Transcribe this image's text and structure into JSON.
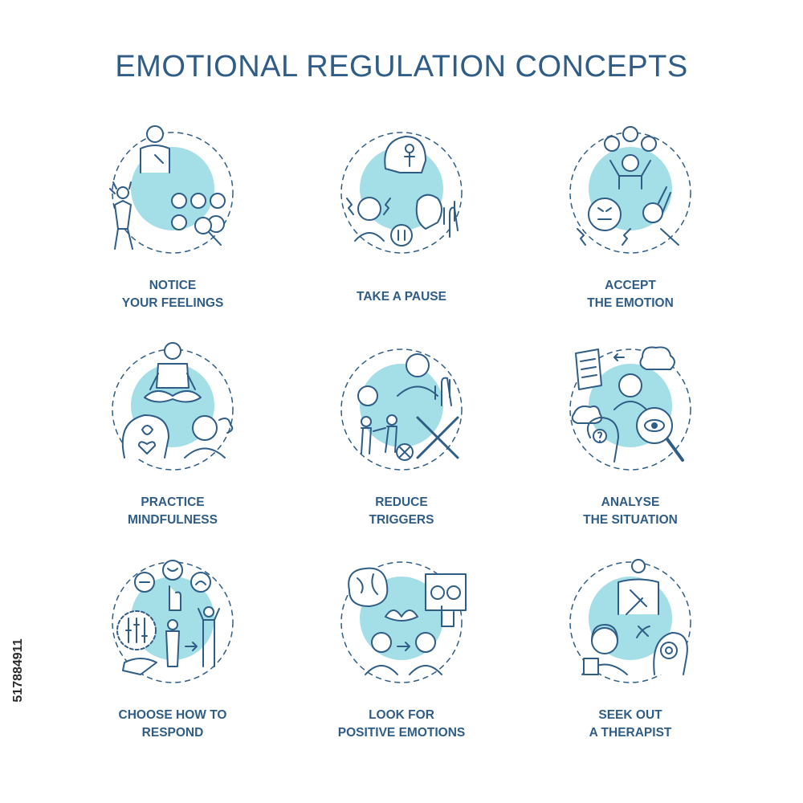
{
  "title": "EMOTIONAL REGULATION CONCEPTS",
  "accent_color": "#a4dfe7",
  "line_color": "#2f5d86",
  "concepts": [
    {
      "line1": "NOTICE",
      "line2": "YOUR FEELINGS",
      "icon": "notice-feelings-icon"
    },
    {
      "line1": "TAKE A PAUSE",
      "line2": "",
      "icon": "take-pause-icon"
    },
    {
      "line1": "ACCEPT",
      "line2": "THE EMOTION",
      "icon": "accept-emotion-icon"
    },
    {
      "line1": "PRACTICE",
      "line2": "MINDFULNESS",
      "icon": "mindfulness-icon"
    },
    {
      "line1": "REDUCE",
      "line2": "TRIGGERS",
      "icon": "reduce-triggers-icon"
    },
    {
      "line1": "ANALYSE",
      "line2": "THE SITUATION",
      "icon": "analyse-situation-icon"
    },
    {
      "line1": "CHOOSE HOW TO",
      "line2": "RESPOND",
      "icon": "choose-response-icon"
    },
    {
      "line1": "LOOK FOR",
      "line2": "POSITIVE EMOTIONS",
      "icon": "positive-emotions-icon"
    },
    {
      "line1": "SEEK OUT",
      "line2": "A THERAPIST",
      "icon": "therapist-icon"
    }
  ],
  "stock_id": "517884911"
}
